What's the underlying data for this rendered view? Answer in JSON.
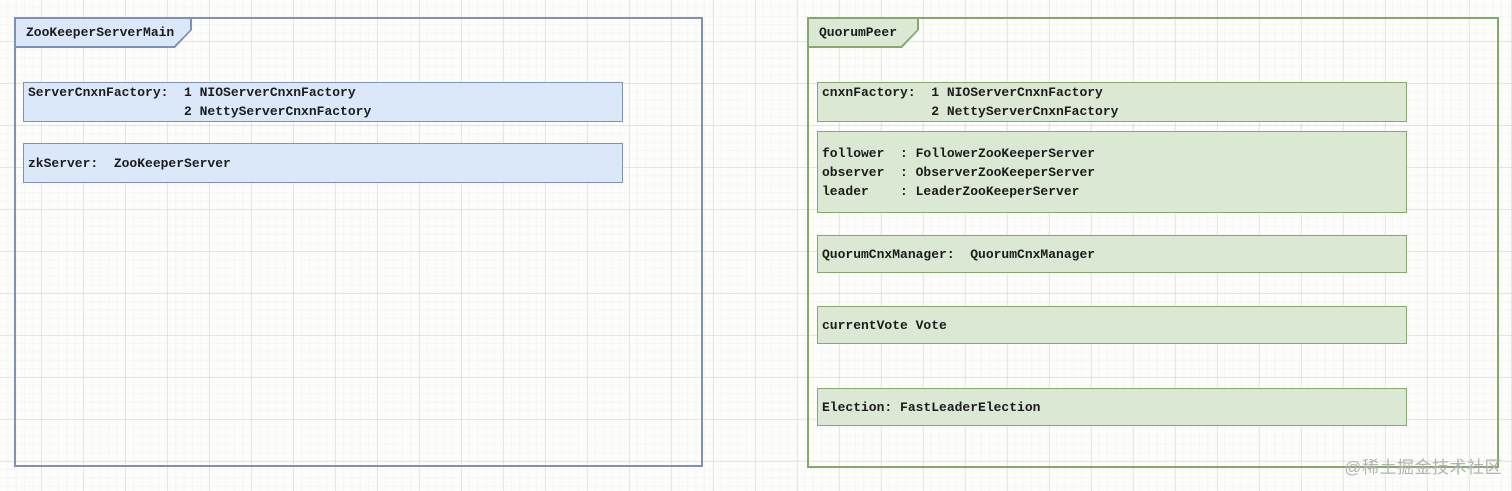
{
  "canvas": {
    "watermark": "@稀土掘金技术社区",
    "colors": {
      "blue_fill": "#dbe8fa",
      "blue_border": "#7e92b8",
      "green_fill": "#dae8d4",
      "green_border": "#85a96b",
      "text": "#1b1b1b",
      "grid_line": "#e9e7e3",
      "watermark_gray": "#b3b3b3"
    }
  },
  "frames": [
    {
      "title": "ZooKeeperServerMain",
      "accent": "blue",
      "fields": [
        {
          "text": "ServerCnxnFactory:  1 NIOServerCnxnFactory\n                    2 NettyServerCnxnFactory"
        },
        {
          "text": "zkServer:  ZooKeeperServer"
        }
      ]
    },
    {
      "title": "QuorumPeer",
      "accent": "green",
      "fields": [
        {
          "text": "cnxnFactory:  1 NIOServerCnxnFactory\n              2 NettyServerCnxnFactory"
        },
        {
          "text": "follower  : FollowerZooKeeperServer\nobserver  : ObserverZooKeeperServer\nleader    : LeaderZooKeeperServer"
        },
        {
          "text": "QuorumCnxManager:  QuorumCnxManager"
        },
        {
          "text": "currentVote Vote"
        },
        {
          "text": "Election: FastLeaderElection"
        }
      ]
    }
  ]
}
